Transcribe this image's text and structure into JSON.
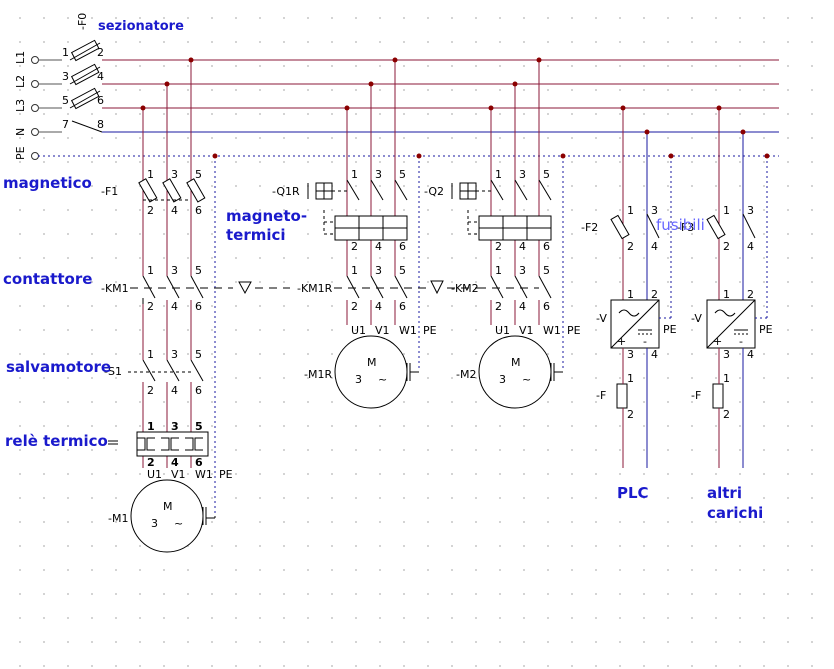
{
  "colors": {
    "phase": "#8b1a3a",
    "neutral": "#1a1aa0",
    "pe": "#1a1aa0",
    "node": "#8b0000",
    "label_blue": "#1a1acc"
  },
  "header": {
    "designator": "-F0",
    "title": "sezionatore"
  },
  "lines": {
    "l1": "L1",
    "l2": "L2",
    "l3": "L3",
    "n": "N",
    "pe": "PE"
  },
  "disconnector_pins": [
    "1",
    "2",
    "3",
    "4",
    "5",
    "6",
    "7",
    "8"
  ],
  "sections": {
    "magnetico": "magnetico",
    "contattore": "contattore",
    "salvamotore": "salvamotore",
    "rele_termico": "relè termico",
    "magnetotermici_1": "magneto-",
    "magnetotermici_2": "termici",
    "fusibili": "fusibili",
    "plc": "PLC",
    "altri_1": "altri",
    "altri_2": "carichi"
  },
  "designators": {
    "f1": "-F1",
    "km1": "-KM1",
    "s1": "-S1",
    "m1": "-M1",
    "q1r": "-Q1R",
    "km1r": "-KM1R",
    "m1r": "-M1R",
    "q2": "-Q2",
    "km2": "-KM2",
    "m2": "-M2",
    "f2": "-F2",
    "f3": "-F3",
    "v": "-V",
    "f": "-F"
  },
  "pins": {
    "p1": "1",
    "p2": "2",
    "p3": "3",
    "p4": "4",
    "p5": "5",
    "p6": "6"
  },
  "motor": {
    "m": "M",
    "three": "3",
    "ac": "~",
    "u1": "U1",
    "v1": "V1",
    "w1": "W1",
    "pe": "PE"
  }
}
